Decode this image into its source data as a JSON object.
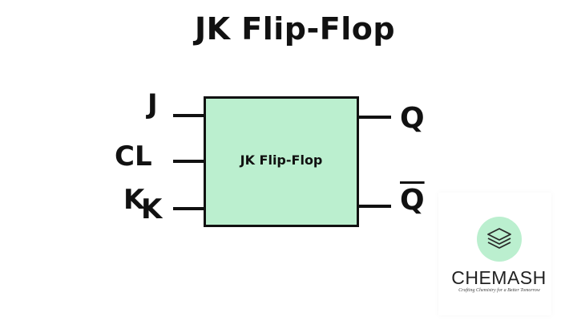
{
  "title": "JK Flip-Flop",
  "block": {
    "label": "JK Flip-Flop",
    "fill_color": "#bbefcf",
    "border_color": "#111111"
  },
  "inputs": {
    "j": "J",
    "cl": "CL",
    "k_upper": "K",
    "k_lower": "K"
  },
  "outputs": {
    "q": "Q",
    "q_bar": "Q"
  },
  "logo": {
    "name": "CHEMASH",
    "tagline": "Crafting Chemistry for a Better Tomorrow",
    "icon": "stacked-layers-icon",
    "circle_color": "#bbefcf"
  }
}
